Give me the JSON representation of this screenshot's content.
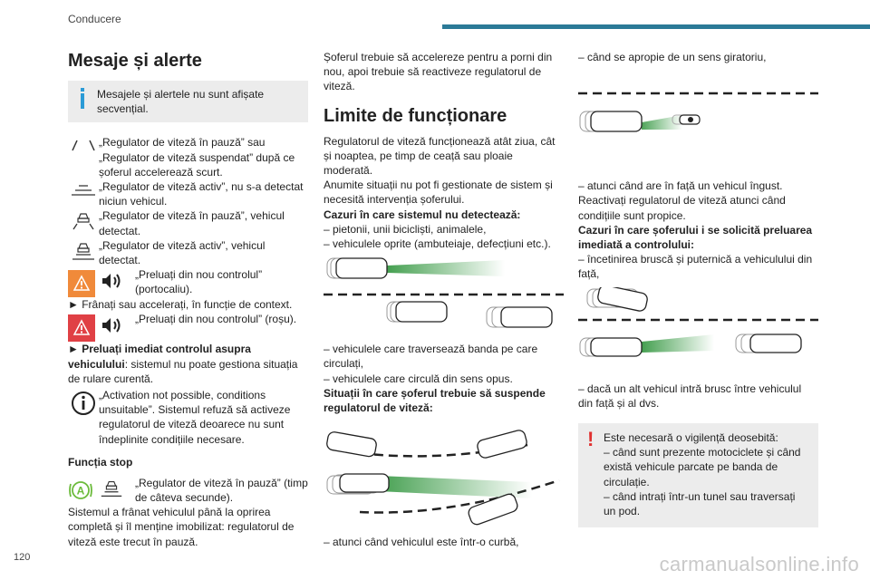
{
  "header": {
    "section": "Conducere",
    "accent_color": "#2b7a97"
  },
  "page_number": "120",
  "watermark": "carmanualsonline.info",
  "col1": {
    "title": "Mesaje și alerte",
    "info_note": "Mesajele și alertele nu sunt afișate secvențial.",
    "msg1": "„Regulator de viteză în pauză” sau „Regulator de viteză suspendat” după ce șoferul accelerează scurt.",
    "msg2": "„Regulator de viteză activ”, nu s-a detectat niciun vehicul.",
    "msg3": "„Regulator de viteză în pauză”, vehicul detectat.",
    "msg4": "„Regulator de viteză activ”, vehicul detectat.",
    "msg5": "„Preluați din nou controlul” (portocaliu).",
    "msg5_action": "► Frânați sau accelerați, în funcție de context.",
    "msg6": "„Preluați din nou controlul” (roșu).",
    "msg6_bold": "► Preluați imediat controlul asupra vehiculului",
    "msg6_rest": ": sistemul nu poate gestiona situația de rulare curentă.",
    "msg7": "„Activation not possible, conditions unsuitable”. Sistemul refuză să activeze regulatorul de viteză deoarece nu sunt îndeplinite condițiile necesare.",
    "stop_title": "Funcția stop",
    "msg8": "„Regulator de viteză în pauză” (timp de câteva secunde).",
    "stop_text": "Sistemul a frânat vehiculul până la oprirea completă și îl menține imobilizat: regulatorul de viteză este trecut în pauză."
  },
  "col2": {
    "intro": "Șoferul trebuie să accelereze pentru a porni din nou, apoi trebuie să reactiveze regulatorul de viteză.",
    "limits_title": "Limite de funcționare",
    "limits_text": "Regulatorul de viteză funcționează atât ziua, cât și noaptea, pe timp de ceață sau ploaie moderată.",
    "limits_text2": "Anumite situații nu pot fi gestionate de sistem și necesită intervenția șoferului.",
    "not_detected_title": "Cazuri în care sistemul nu detectează:",
    "not_detected_1": "– pietonii, unii bicicliști, animalele,",
    "not_detected_2": "– vehiculele oprite (ambuteiaje, defecțiuni etc.).",
    "crossing_1": "– vehiculele care traversează banda pe care circulați,",
    "crossing_2": "– vehiculele care circulă din sens opus.",
    "suspend_title": "Situații în care șoferul trebuie să suspende regulatorul de viteză:",
    "curve": "– atunci când vehiculul este într-o curbă,"
  },
  "col3": {
    "roundabout": "– când se apropie de un sens giratoriu,",
    "narrow": "– atunci când are în față un vehicul îngust.",
    "reactivate": "Reactivați regulatorul de viteză atunci când condițiile sunt propice.",
    "takeover_title": "Cazuri în care șoferului i se solicită preluarea imediată a controlului:",
    "takeover_1": "– încetinirea bruscă și puternică a vehiculului din față,",
    "cutin": "– dacă un alt vehicul intră brusc între vehiculul din față și al dvs.",
    "warn_1": "Este necesară o vigilență deosebită:",
    "warn_2": "– când sunt prezente motociclete și când există vehicule parcate pe banda de circulație.",
    "warn_3": "– când intrați într-un tunel sau traversați un pod."
  },
  "colors": {
    "info_blue": "#2b9bd6",
    "alert_orange": "#f08a3a",
    "alert_red": "#e04045",
    "beam_green": "#3a9a46",
    "warning_red": "#e0302f"
  }
}
